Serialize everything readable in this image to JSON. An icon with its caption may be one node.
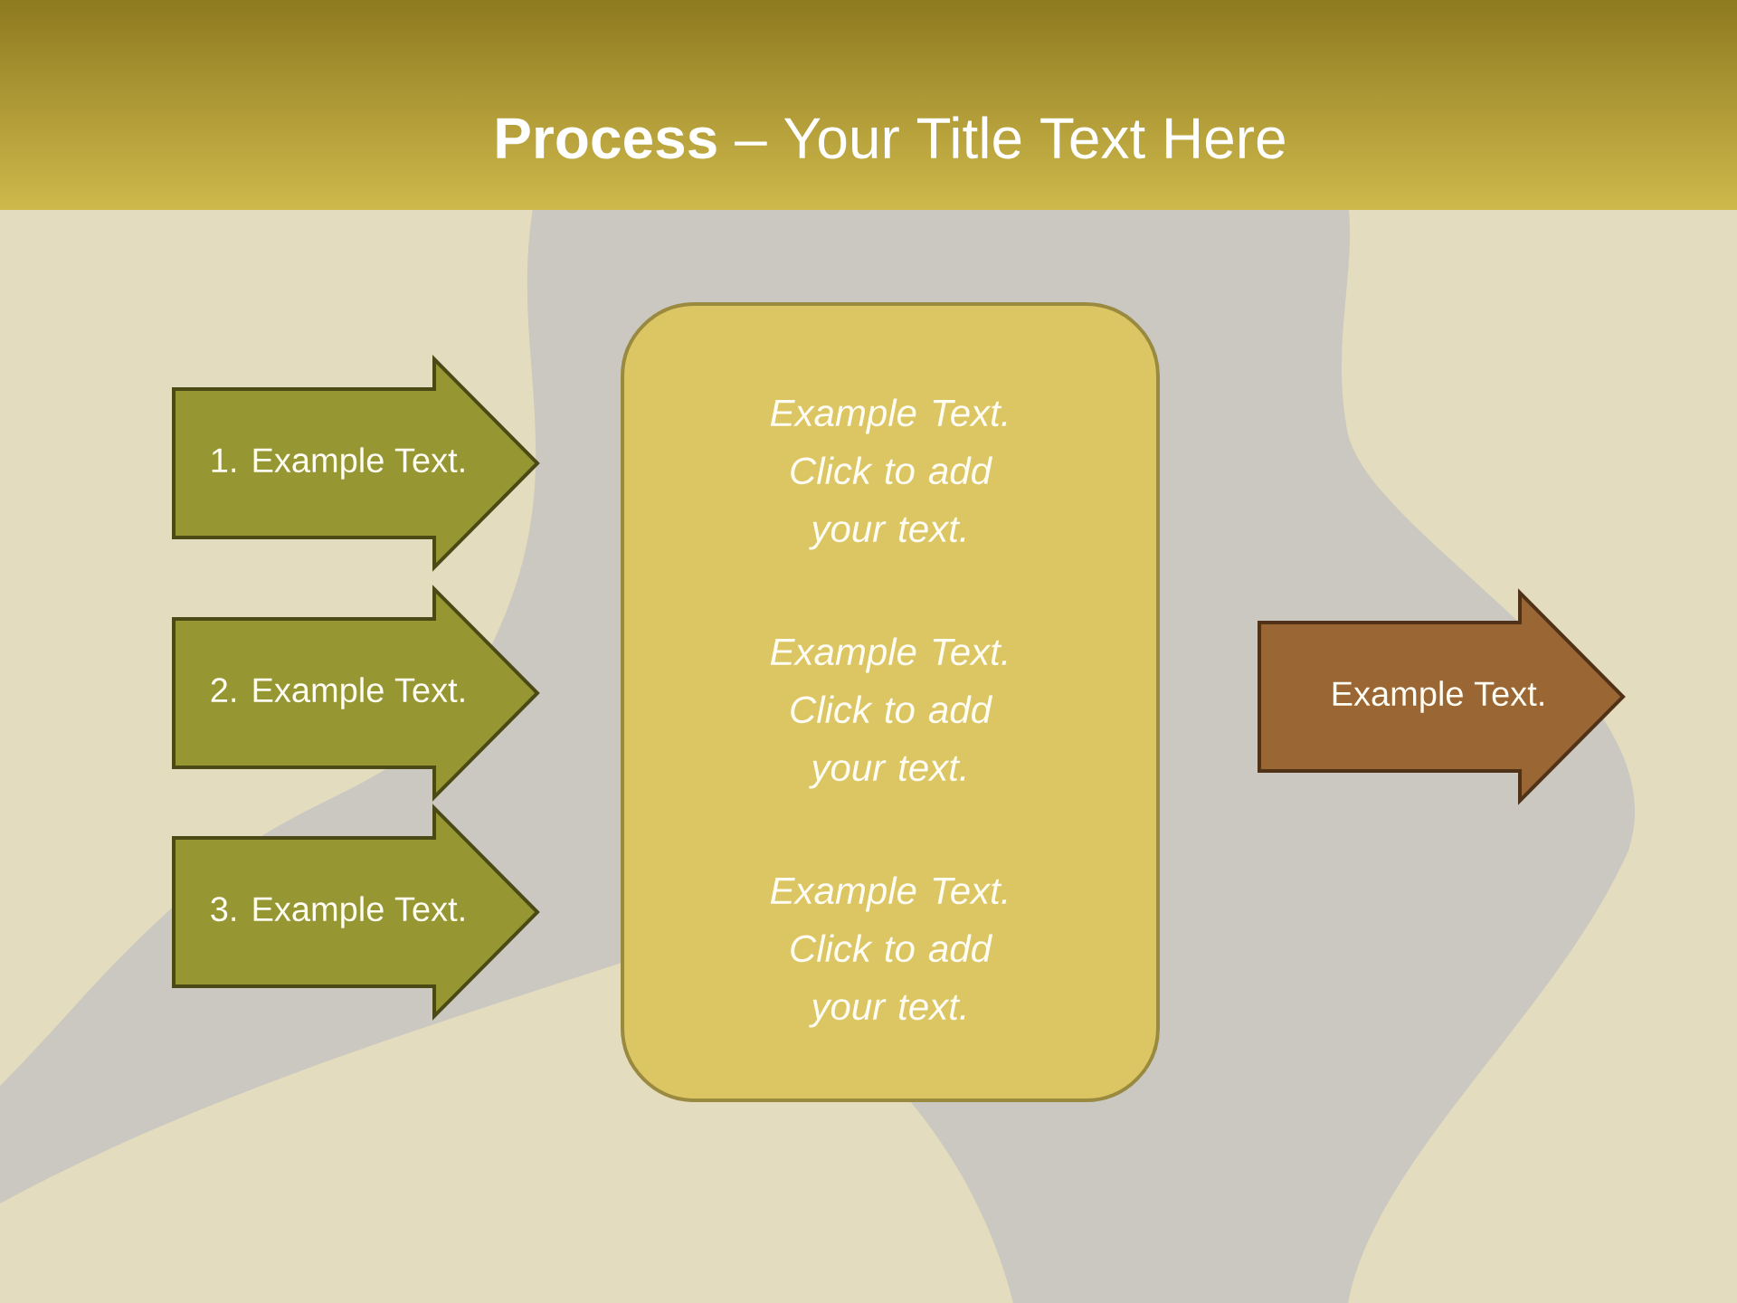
{
  "diagram": {
    "title": "**Process** – Your Title Text Here",
    "nodes": [
      {
        "text": [
          "1. Example Text."
        ]
      },
      {
        "text": [
          "2. Example Text."
        ]
      },
      {
        "text": [
          "3. Example Text."
        ]
      },
      {
        "text": [
          "Example Text. Click to add your text.",
          "Example Text. Click to add your text.",
          "Example Text. Click to add your text."
        ]
      },
      {
        "text": [
          "Example Text."
        ]
      }
    ]
  }
}
